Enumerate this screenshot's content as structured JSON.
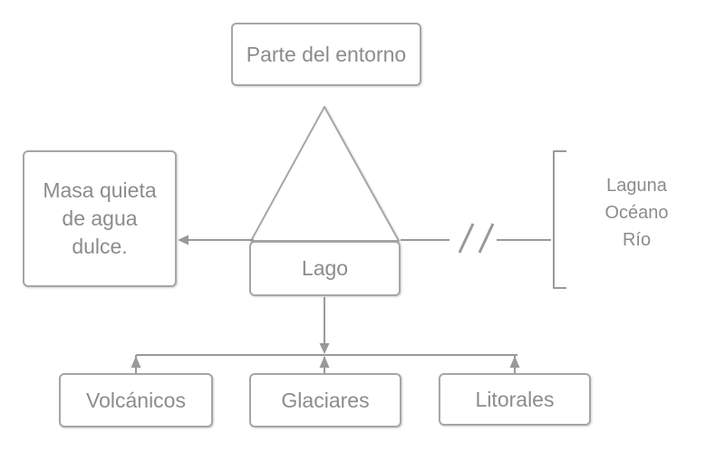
{
  "diagram": {
    "top_node": {
      "label": "Parte del entorno"
    },
    "left_node": {
      "label": "Masa quieta de agua dulce."
    },
    "center_node": {
      "label": "Lago"
    },
    "bottom_nodes": [
      {
        "label": "Volcánicos"
      },
      {
        "label": "Glaciares"
      },
      {
        "label": "Litorales"
      }
    ],
    "right_group": {
      "lines": [
        "Laguna",
        "Océano",
        "Río"
      ]
    },
    "colors": {
      "node_border": "#a6a6a6",
      "node_fill": "#ffffff",
      "text": "#8c8c8c",
      "connector": "#999999"
    }
  }
}
